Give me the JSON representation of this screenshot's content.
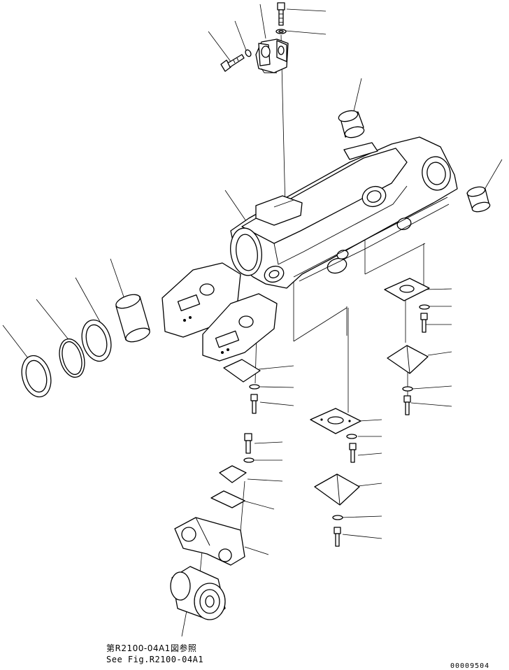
{
  "figure": {
    "reference_note_jp": "第R2100-04A1図参照",
    "reference_note_en": "See Fig.R2100-04A1",
    "drawing_number": "00009504"
  }
}
